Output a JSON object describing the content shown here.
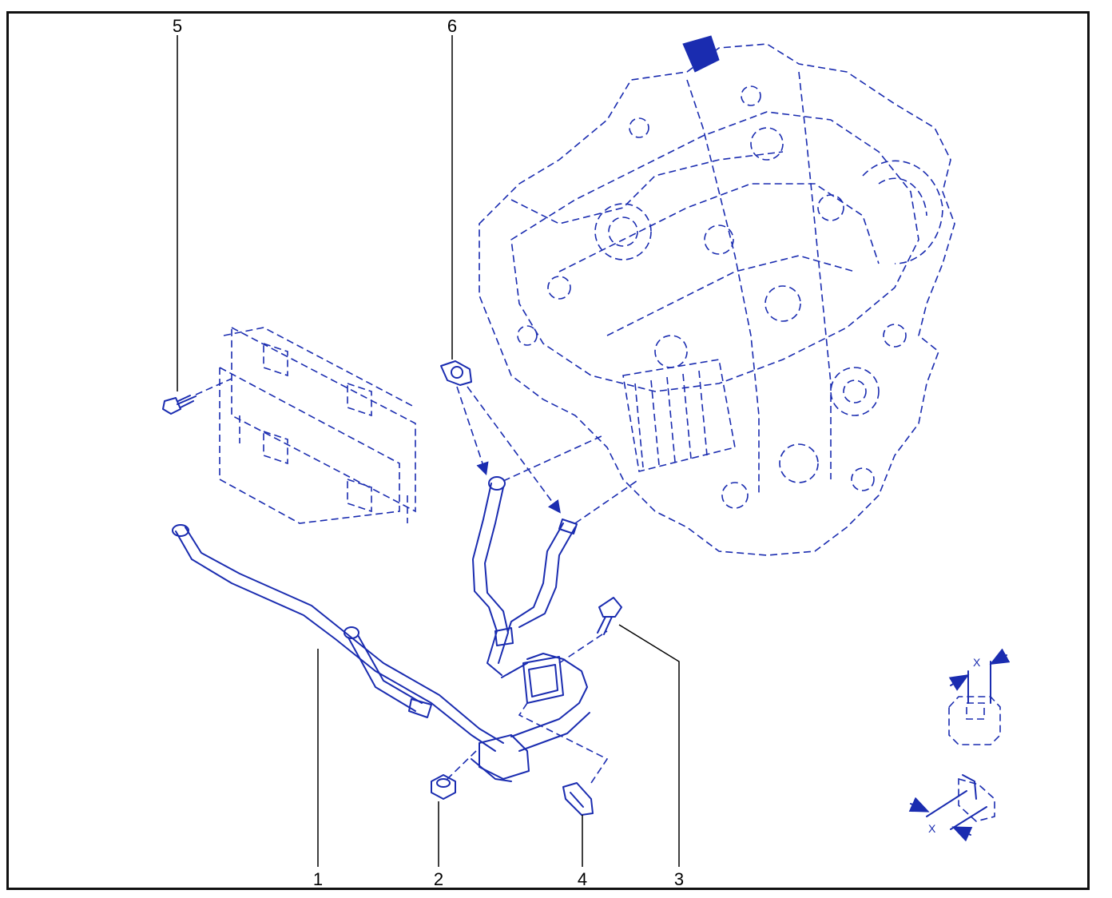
{
  "colors": {
    "line": "#1a2cb0",
    "callout": "#000000",
    "frame": "#111111"
  },
  "callouts": {
    "c1": "1",
    "c2": "2",
    "c3": "3",
    "c4": "4",
    "c5": "5",
    "c6": "6"
  },
  "detail": {
    "dim_top": "X",
    "dim_bottom": "X"
  }
}
